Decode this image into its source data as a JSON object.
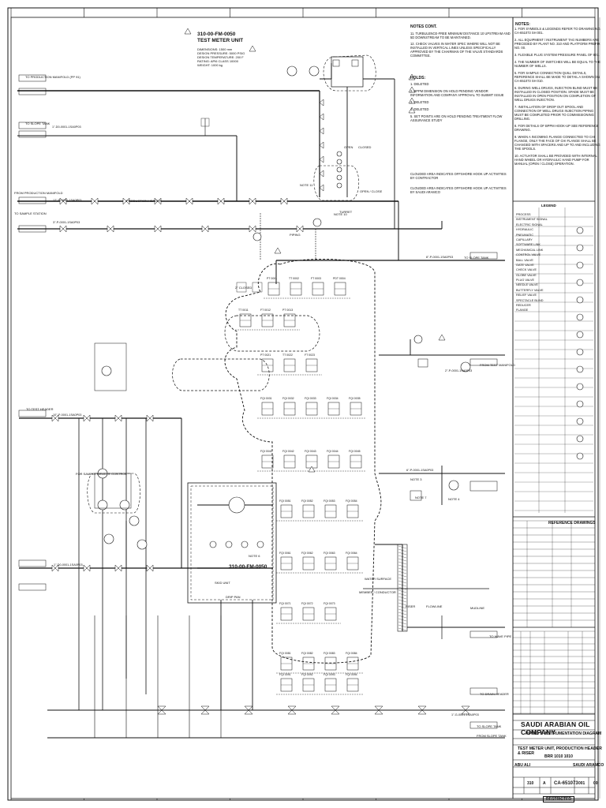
{
  "sheet": {
    "company": "SAUDI ARABIAN OIL COMPANY",
    "drawing_type": "PIPING & INSTRUMENTATION DIAGRAM",
    "drawing_title": "TEST METER UNIT, PRODUCTION HEADER & RISER",
    "drawing_sub": "BRR 1010 1010",
    "drawing_number": "CA-651073",
    "plant_no": "310",
    "index": "A",
    "sheet_no": "001",
    "rev": "00",
    "restricted": "RESTRICTED",
    "owner": "ABU ALI",
    "owner2": "SAUDI ARAMCO"
  },
  "unit": {
    "tag": "310-00-FM-0050",
    "name": "TEST METER UNIT",
    "tag_lower": "310-00-FM-0050",
    "data_lines": [
      "DIMENSIONS: 1500 mm",
      "DESIGN PRESSURE: 5000 PSIG",
      "DESIGN TEMPERATURE: 200 F",
      "RATING: API6 CLASS 10000",
      "WEIGHT: 1000 kg"
    ]
  },
  "notes_header": "NOTES:",
  "notes": [
    "1. FOR SYMBOLS & LEGENDS REFER TO DRAWING NO. CA-651073 SH 001.",
    "2. ALL EQUIPMENT / INSTRUMENT TAG NUMBERS ARE PRECEDED BY PLANT NO. 310 AND PLATFORM PREFIX NO. 00.",
    "3. FLEXIBLE PLUG SYSTEM PRESSURE PANEL OF 907.",
    "4. THE NUMBER OF SWITCHES WILL BE EQUAL TO THE NUMBER OF WELLS.",
    "5. FOR SAMPLE CONNECTION QUILL DETAILS, REFERENCE SHALL BE MADE TO DETAIL A SHOWN ON CA-651073 SH 010.",
    "6. DURING WELL DRUGS, INJECTION BLIND MUST BE INSTALLED IN CLOSED POSITION. SPADE MUST BE INSTALLED IN OPEN POSITION ON COMPLETION OF WELL DRUGS INJECTION.",
    "7. INSTALLATION OF DROP OUT SPOOL AND CONNECTION OF WELL DRUGS INJECTION PIPING MUST BE COMPLETED PRIOR TO COMMISSIONING DRILLING.",
    "8. FOR DETAILS OF BPPM HOOK-UP SEE REFERENCE DRAWING.",
    "9. WHEN A INCOMING FLANGE CONNECTED TO CHI FLANGE, ONLY THE FACE OF CHI FLANGE SHALL BE CHANGED WITH SPACERS AND UP TO AND INCLUDING THE SPOOLS.",
    "10. ACTUATOR SHALL BE PROVIDED WITH INTERNAL HAND WHEEL OR HYDRAULIC HAND PUMP FOR MANUAL (OPEN / CLOSE) OPERATION."
  ],
  "notes_cont_header": "NOTES CONT.",
  "notes_cont": [
    "11. TURBULENCE-FREE MINIMUM DISTANCE 10 UPSTREAM AND 5D DOWNSTREAM TO BE MAINTAINED.",
    "12. CHECK VALVES IN WATER SPEC WHERE WILL NOT BE INSTALLED IN VERTICAL LINES UNLESS SPECIFICALLY APPROVED BY THE CHAIRMAN OF THE VALVE STANDARDS COMMITTEE."
  ],
  "holds_header": "HOLDS:",
  "holds": [
    "1. DELETED",
    "2. BPPM DIMENSION ON HOLD PENDING VENDOR INFORMATION AND COMPANY APPROVAL TO SUBMIT ISSUE",
    "3. DELETED",
    "4. DELETED",
    "5. SET POINTS ARE ON HOLD PENDING TREATMENT FLOW ASSURANCE STUDY"
  ],
  "clouded_notes": [
    "CLOUDED AREA INDICATES OFFSHORE HOOK UP ACTIVITIES BY CONTRACTOR",
    "CLOUDED AREA INDICATES OFFSHORE HOOK UP ACTIVITIES BY SAUDI ARAMCO"
  ],
  "legend": {
    "header": "LEGEND",
    "items": [
      "PROCESS",
      "INSTRUMENT SIGNAL",
      "ELECTRIC SIGNAL",
      "HYDRAULIC",
      "PNEUMATIC",
      "CAPILLARY",
      "SOFTWARE LINK",
      "MECHANICAL LINK",
      "CONTROL VALVE",
      "BALL VALVE",
      "GATE VALVE",
      "CHECK VALVE",
      "GLOBE VALVE",
      "PLUG VALVE",
      "NEEDLE VALVE",
      "BUTTERFLY VALVE",
      "RELIEF VALVE",
      "SPECTACLE BLIND",
      "REDUCER",
      "FLANGE"
    ]
  },
  "references": {
    "header": "REFERENCE DRAWINGS"
  },
  "diagram_labels": [
    {
      "text": "TO PRODUCTION MANIFOLD (PP 91)",
      "role": "offpage"
    },
    {
      "text": "TO SLOPE TANK",
      "role": "offpage"
    },
    {
      "text": "FROM PRODUCTION MANIFOLD",
      "role": "offpage"
    },
    {
      "text": "TO SAMPLE STATION",
      "role": "offpage"
    },
    {
      "text": "PRODUCTION HEADER",
      "role": "line"
    },
    {
      "text": "TO SLOPE TANK",
      "role": "offpage"
    },
    {
      "text": "TO TEST HEADER",
      "role": "offpage"
    },
    {
      "text": "FROM TEST MANIFOLD",
      "role": "offpage"
    },
    {
      "text": "TO DRAIN HEADER",
      "role": "offpage"
    },
    {
      "text": "TO WAVE PIPE",
      "role": "offpage"
    },
    {
      "text": "TO SLOPE TANK",
      "role": "offpage"
    },
    {
      "text": "FROM SLOPE TANK",
      "role": "offpage"
    },
    {
      "text": "MEMBER / CONDUCTOR",
      "role": "line"
    },
    {
      "text": "WATER SURFACE",
      "role": "line"
    },
    {
      "text": "MUDLINE",
      "role": "line"
    },
    {
      "text": "RISER",
      "role": "line"
    },
    {
      "text": "FLOWLINE",
      "role": "line"
    },
    {
      "text": "PIPING",
      "role": "line"
    },
    {
      "text": "TURRET",
      "role": "line"
    },
    {
      "text": "SKID UNIT",
      "role": "line"
    },
    {
      "text": "DRIP PAN",
      "role": "line"
    },
    {
      "text": "OPEN",
      "role": "state"
    },
    {
      "text": "CLOSED",
      "role": "state"
    },
    {
      "text": "OPEN / CLOSE",
      "role": "state"
    },
    {
      "text": "NOTE 10",
      "role": "note"
    },
    {
      "text": "NOTE 6",
      "role": "note"
    },
    {
      "text": "NOTE 3",
      "role": "note"
    },
    {
      "text": "NOTE 4",
      "role": "note"
    },
    {
      "text": "NOTE 7",
      "role": "note"
    },
    {
      "text": "NOTE 11",
      "role": "note"
    },
    {
      "text": "2\" CLOSED",
      "role": "state"
    },
    {
      "text": "FOR SAMPLE REMOTE CONTROL",
      "role": "note"
    }
  ],
  "line_numbers": [
    "1\"-D0-0001-1SA0P03",
    "12\"-P-0001-1SA0P03",
    "3\"-P-0001-1SA0P03",
    "8\"-P-0001-1SA0P03",
    "2\"-P-0001-1SA0P03",
    "10\"-P-0001-1SA0P03",
    "6\"-P-0001-1SA0P03",
    "1\"-D0-0001-1SA0P03",
    "1\"-G-0001-1SA0P03"
  ],
  "panel": {
    "rows": [
      [
        "PT 0001",
        "TT 0002",
        "FT 0003",
        "PDT 0004"
      ],
      [
        "TT 0011",
        "FT 0012",
        "PT 0013"
      ],
      [
        "PT 0021",
        "TT 0022",
        "FT 0023"
      ],
      [
        "FQI 0031",
        "FQI 0032",
        "FQI 0033",
        "FQI 0034",
        "FQI 0035"
      ],
      [
        "FQI 0041",
        "FQI 0042",
        "FQI 0043",
        "FQI 0044",
        "FQI 0045"
      ],
      [
        "FQI 0051",
        "FQI 0052",
        "FQI 0053",
        "FQI 0054"
      ],
      [
        "FQI 0061",
        "FQI 0062",
        "FQI 0063",
        "FQI 0064"
      ],
      [
        "FQI 0071",
        "FQI 0072",
        "FQI 0073"
      ],
      [
        "FQI 0081",
        "FQI 0082",
        "FQI 0083",
        "FQI 0084"
      ],
      [
        "FQI 0091",
        "FQI 0092",
        "FQI 0093",
        "FQI 0094"
      ]
    ]
  }
}
